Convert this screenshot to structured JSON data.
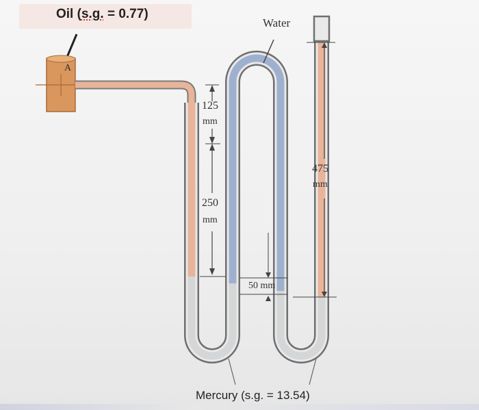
{
  "heading": {
    "oil_prefix": "Oil (",
    "oil_sg": "s.g.",
    "oil_suffix": " = 0.77)"
  },
  "labels": {
    "water": "Water",
    "point_a": "A",
    "dim_125_value": "125",
    "dim_125_unit": "mm",
    "dim_250_value": "250",
    "dim_250_unit": "mm",
    "dim_475_value": "475",
    "dim_475_unit": "mm",
    "dim_50": "50 mm"
  },
  "footer": {
    "mercury": "Mercury (s.g. = 13.54)"
  },
  "colors": {
    "oil": "#e8b49a",
    "water": "#9fb0cf",
    "mercury": "#d4d6d8",
    "tube_outline": "#7b7b7b",
    "pipe": "#d9965d"
  }
}
